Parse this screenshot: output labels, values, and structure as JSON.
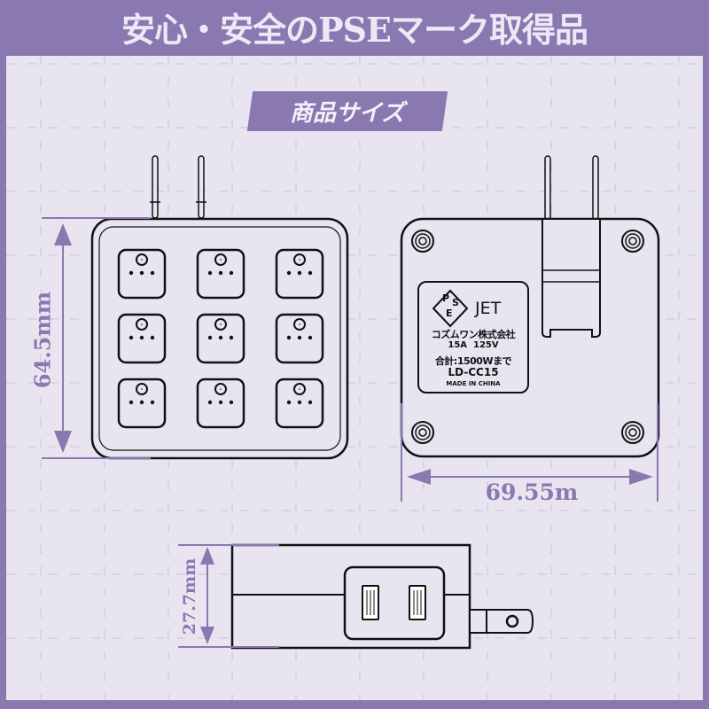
{
  "header": {
    "title": "安心・安全のPSEマーク取得品"
  },
  "section": {
    "title": "商品サイズ"
  },
  "dimensions": {
    "height": "64.5mm",
    "width": "69.55m",
    "depth": "27.7mm"
  },
  "product_label": {
    "mark": "PSE",
    "mark_letters": [
      "P",
      "S",
      "E"
    ],
    "certifier": "JET",
    "maker": "コズムワン株式会社",
    "rating": "15A  125V",
    "total": "合計:1500Wまで",
    "model": "LD-CC15",
    "origin": "MADE IN CHINA"
  },
  "front_view": {
    "outlet_count": 9,
    "rows": 3,
    "cols": 3
  },
  "side_view": {
    "outlet_slots": 2
  },
  "colors": {
    "accent": "#8a78b1",
    "background": "#e8e5f1",
    "line": "#111111"
  }
}
